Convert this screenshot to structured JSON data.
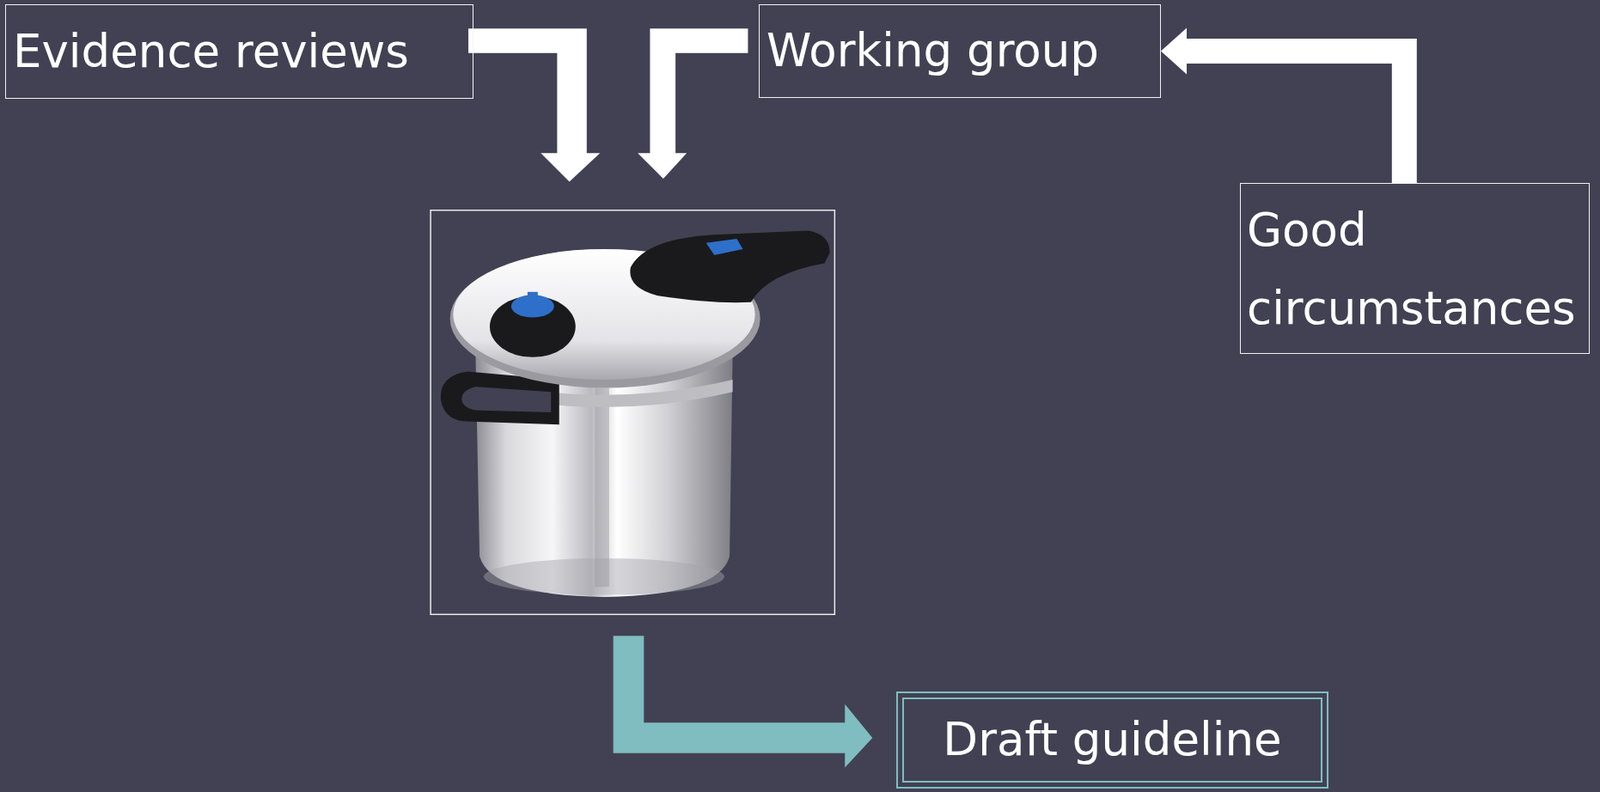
{
  "diagram": {
    "nodes": [
      {
        "text": [
          "Evidence reviews"
        ]
      },
      {
        "text": [
          "Working group"
        ]
      },
      {
        "text": [
          "Good circumstances"
        ]
      },
      {
        "text": [
          "Draft guideline"
        ]
      }
    ],
    "edges": [
      {
        "from": 2,
        "to": 1,
        "arrow": "to"
      }
    ]
  }
}
